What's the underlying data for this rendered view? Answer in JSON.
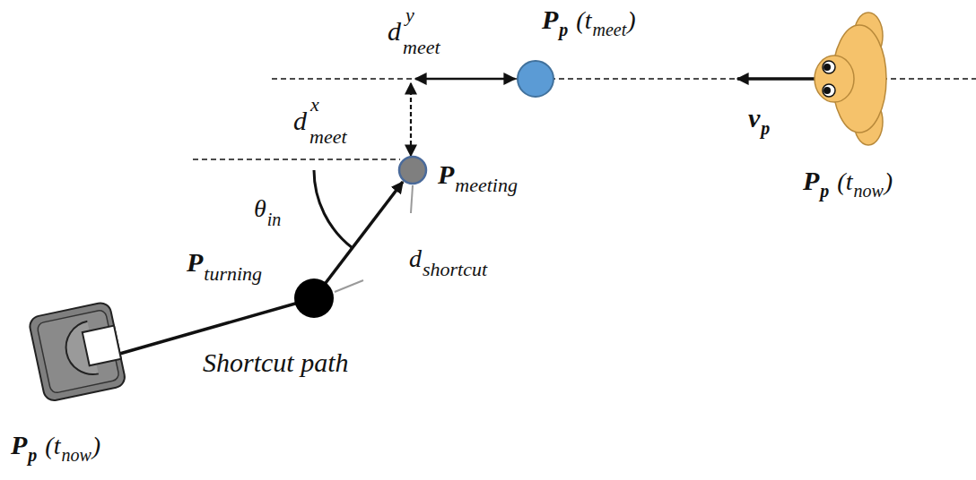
{
  "diagram": {
    "labels": [
      "d",
      "y",
      "meet",
      "P",
      "p",
      "(t",
      "meet",
      ")",
      "d",
      "x",
      "meet",
      "P",
      "meeting",
      "θ",
      "in",
      "P",
      "turning",
      "d",
      "shortcut",
      "Shortcut path",
      "v",
      "p",
      "P",
      "p",
      "(t",
      "now",
      ")",
      "P",
      "p",
      "(t",
      "now",
      ")"
    ]
  }
}
